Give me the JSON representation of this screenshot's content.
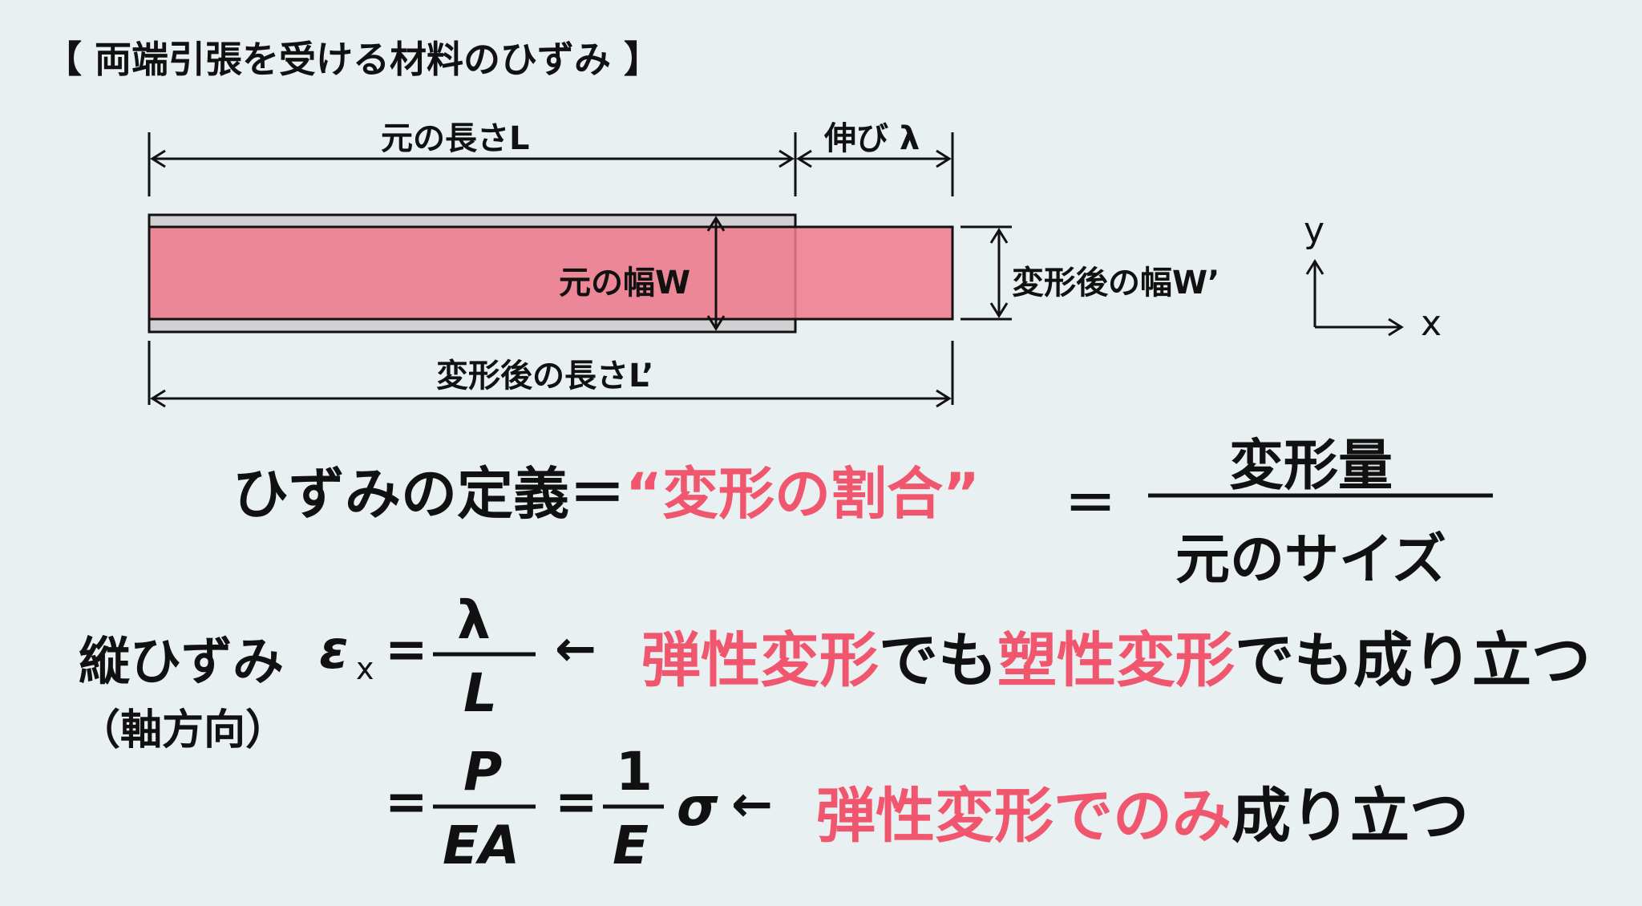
{
  "title": "【 両端引張を受ける材料のひずみ 】",
  "diagram": {
    "original_length": "元の長さL",
    "elongation": "伸び λ",
    "original_width": "元の幅W",
    "deformed_width": "変形後の幅W’",
    "deformed_length": "変形後の長さL’",
    "axis_y": "y",
    "axis_x": "x",
    "colors": {
      "original": "#d2d0d2",
      "deformed": "#f07a8c",
      "accent": "#f0566e"
    }
  },
  "definition": {
    "prefix": "ひずみの定義＝",
    "quoted": "“変形の割合”",
    "equals": "＝",
    "numerator": "変形量",
    "denominator": "元のサイズ"
  },
  "strain": {
    "label": "縦ひずみ",
    "epsilon": "ε",
    "subscript": "x",
    "direction": "（軸方向）",
    "eq": "=",
    "num1": "λ",
    "den1": "L",
    "arrow": "←",
    "note1_a": "弾性変形",
    "note1_b": "でも",
    "note1_c": "塑性変形",
    "note1_d": "でも成り立つ",
    "num2": "P",
    "den2": "EA",
    "num3": "1",
    "den3": "E",
    "sigma": "σ",
    "note2_a": "弾性変形でのみ",
    "note2_b": "成り立つ"
  }
}
